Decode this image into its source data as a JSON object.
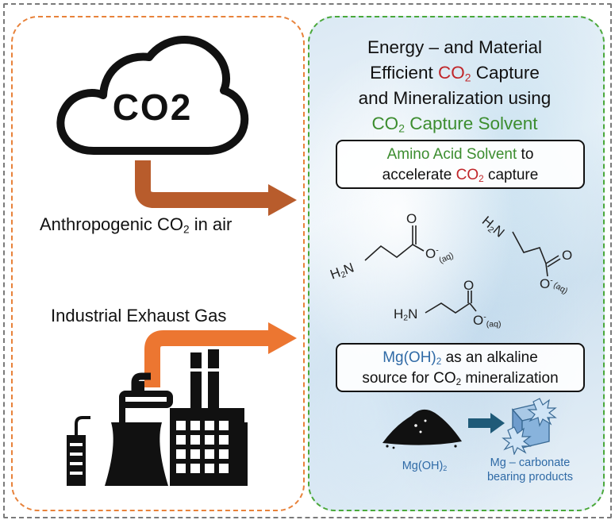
{
  "left_panel": {
    "cloud_label": "CO2",
    "anthropogenic_label_pre": "Anthropogenic CO",
    "anthropogenic_label_sub": "2",
    "anthropogenic_label_post": " in air",
    "industrial_label": "Industrial Exhaust Gas"
  },
  "right_panel": {
    "title_line1": "Energy – and Material",
    "title_line2_pre": "Efficient ",
    "title_line2_co": "CO",
    "title_line2_sub": "2",
    "title_line2_post": " Capture",
    "title_line3": "and Mineralization using",
    "title_line4_co": "CO",
    "title_line4_sub": "2",
    "title_line4_post": " Capture Solvent",
    "box1_green": "Amino Acid Solvent",
    "box1_post": " to",
    "box1_line2_pre": "accelerate ",
    "box1_line2_co": "CO",
    "box1_line2_sub": "2",
    "box1_line2_post": " capture",
    "box2_blue": "Mg(OH)",
    "box2_blue_sub": "2",
    "box2_post": " as an alkaline",
    "box2_line2_pre": "source for CO",
    "box2_line2_sub": "2",
    "box2_line2_post": " mineralization",
    "mgoh_label": "Mg(OH)",
    "mgoh_label_sub": "2",
    "product_line1": "Mg – carbonate",
    "product_line2": "bearing products"
  },
  "molecules": {
    "h2n": "H",
    "h2n_sub": "2",
    "h2n_n": "N",
    "o": "O",
    "charge": "-",
    "aq": "(aq)"
  },
  "colors": {
    "outer_border": "#7a7a7a",
    "left_border": "#e8823a",
    "right_border": "#4aa83a",
    "arrow_brown": "#b85c2c",
    "arrow_orange": "#ec7631",
    "co2_red": "#c0262a",
    "solvent_green": "#3c8d2f",
    "mg_blue": "#2f6aa6",
    "process_arrow": "#1f5a78"
  }
}
